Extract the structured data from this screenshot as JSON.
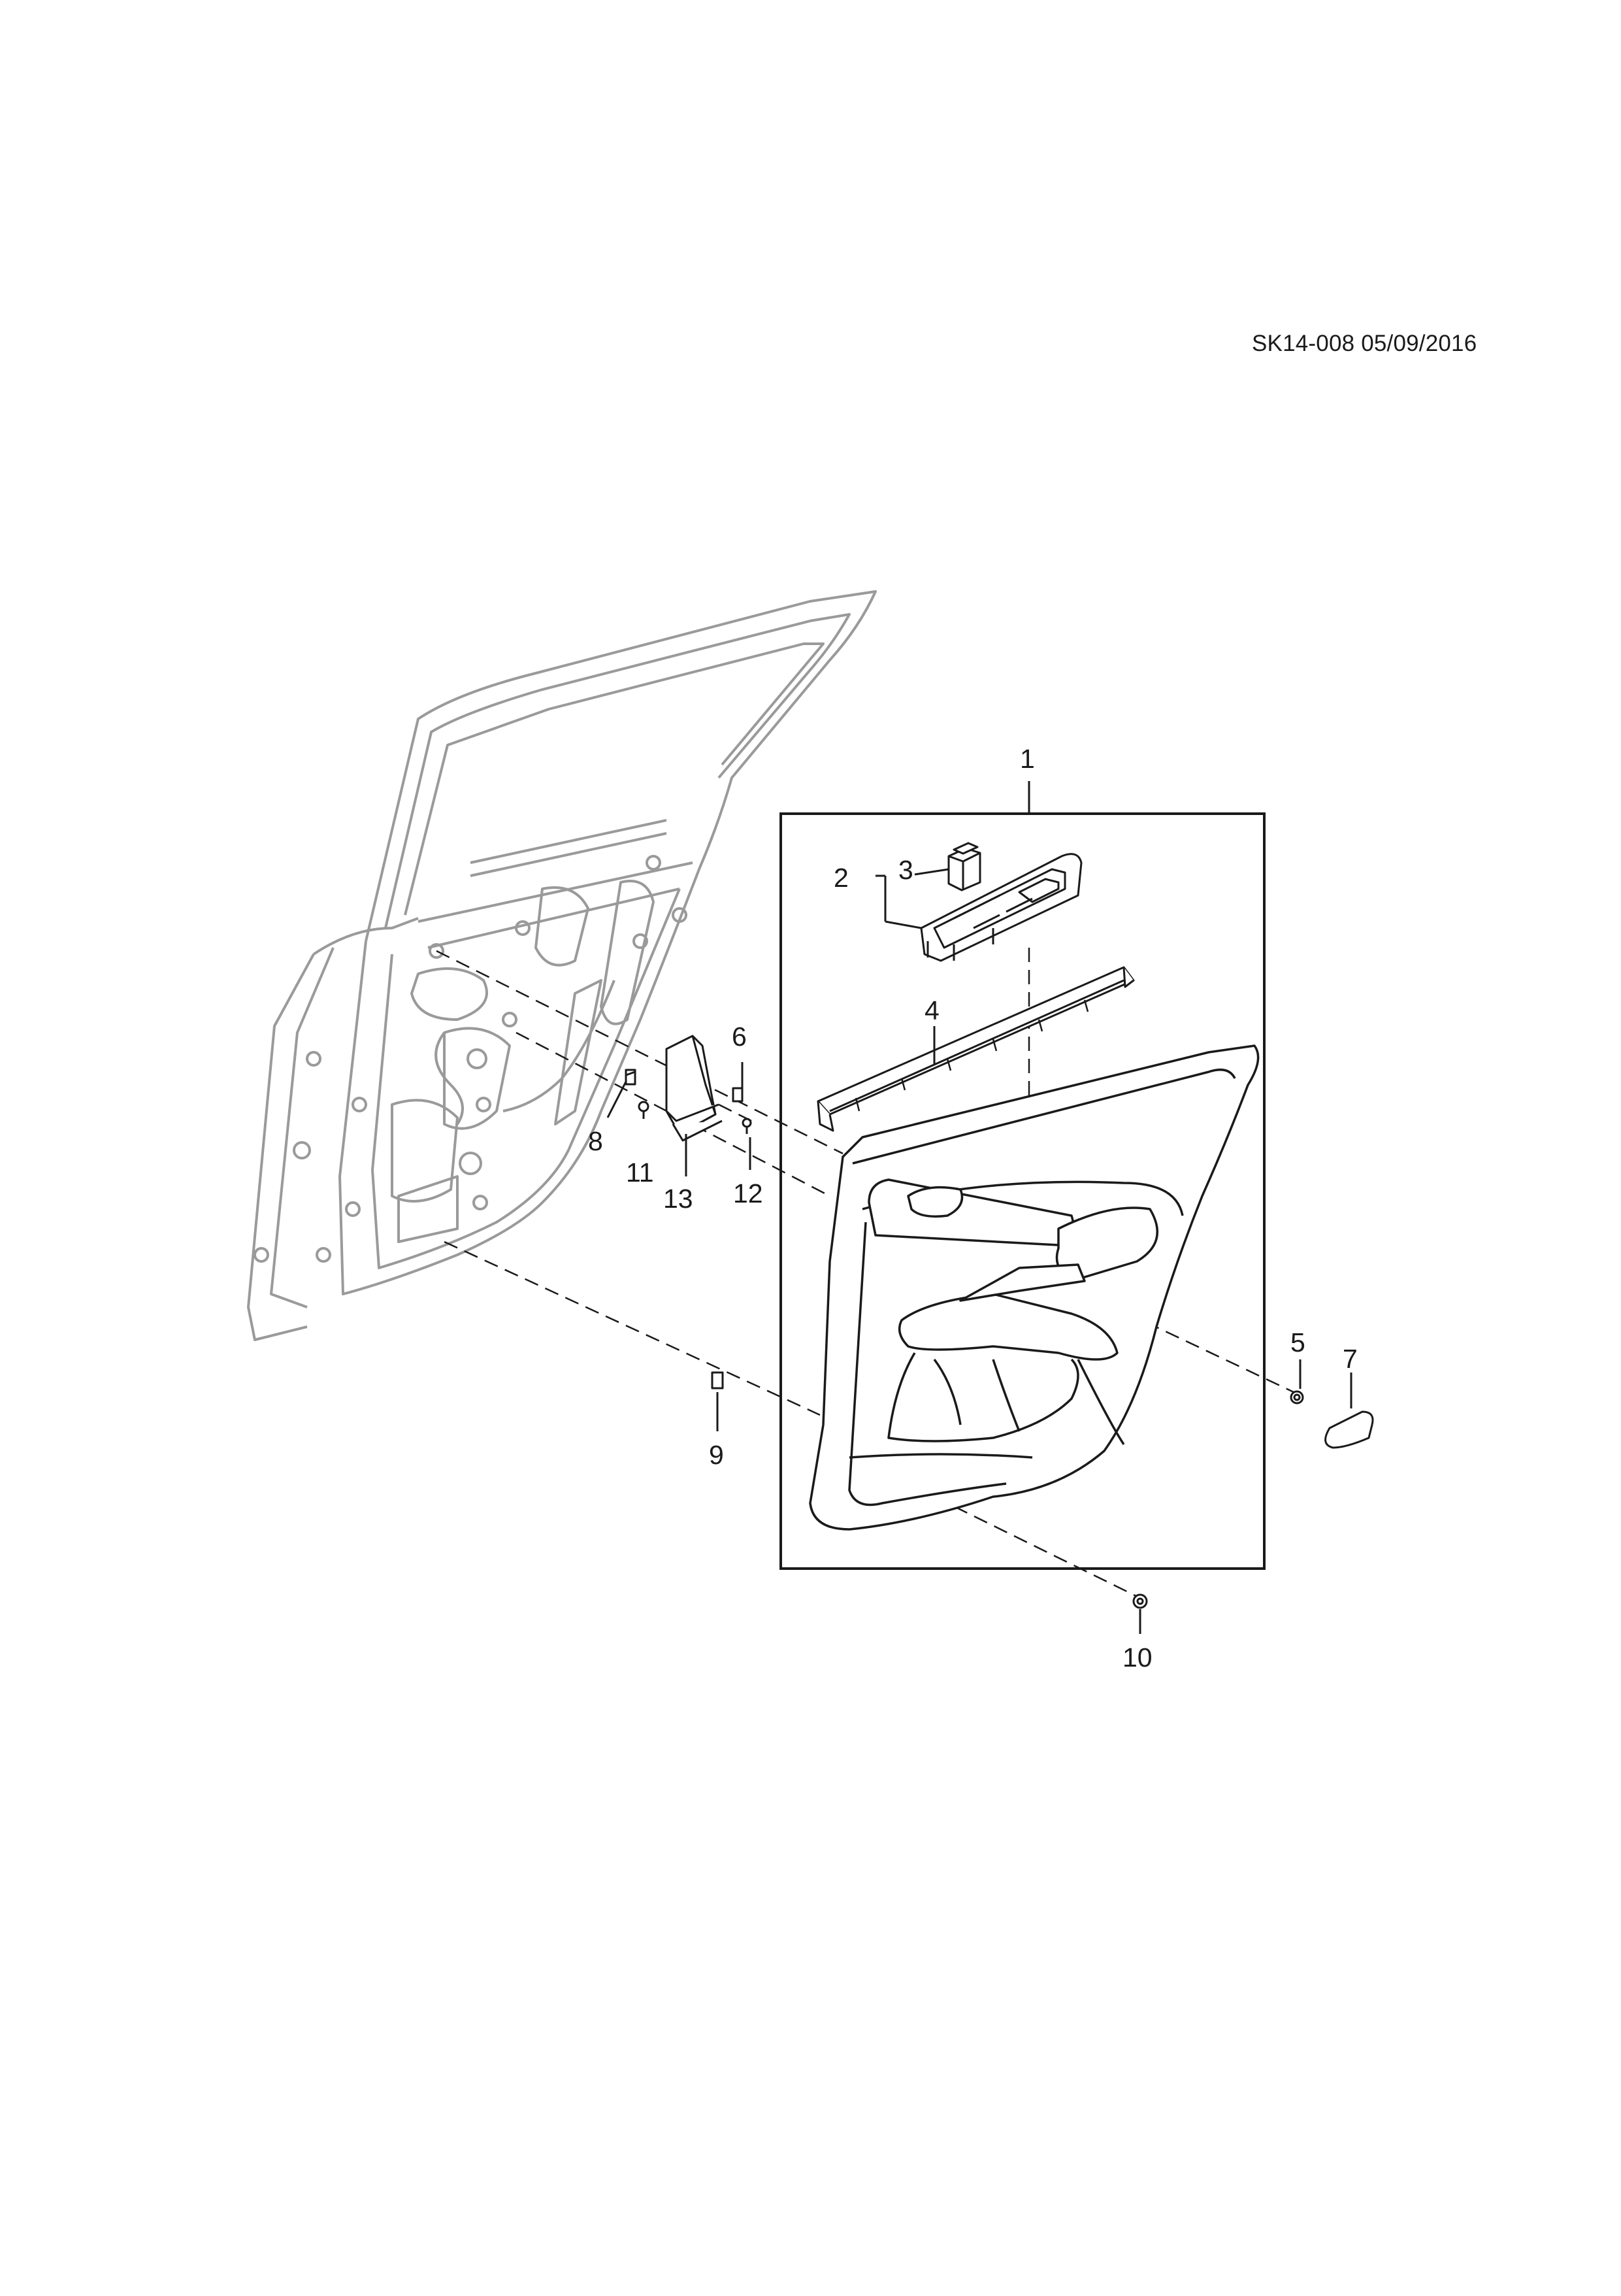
{
  "document_code": "SK14-008 05/09/2016",
  "callouts": [
    {
      "id": "1",
      "label": "1"
    },
    {
      "id": "2",
      "label": "2"
    },
    {
      "id": "3",
      "label": "3"
    },
    {
      "id": "4",
      "label": "4"
    },
    {
      "id": "5",
      "label": "5"
    },
    {
      "id": "6",
      "label": "6"
    },
    {
      "id": "7",
      "label": "7"
    },
    {
      "id": "8",
      "label": "8"
    },
    {
      "id": "9",
      "label": "9"
    },
    {
      "id": "10",
      "label": "10"
    },
    {
      "id": "11",
      "label": "11"
    },
    {
      "id": "12",
      "label": "12"
    },
    {
      "id": "13",
      "label": "13"
    }
  ],
  "colors": {
    "line": "#1a1a1a",
    "door_frame": "#9a9a9a",
    "part_fill": "#ffffff"
  }
}
